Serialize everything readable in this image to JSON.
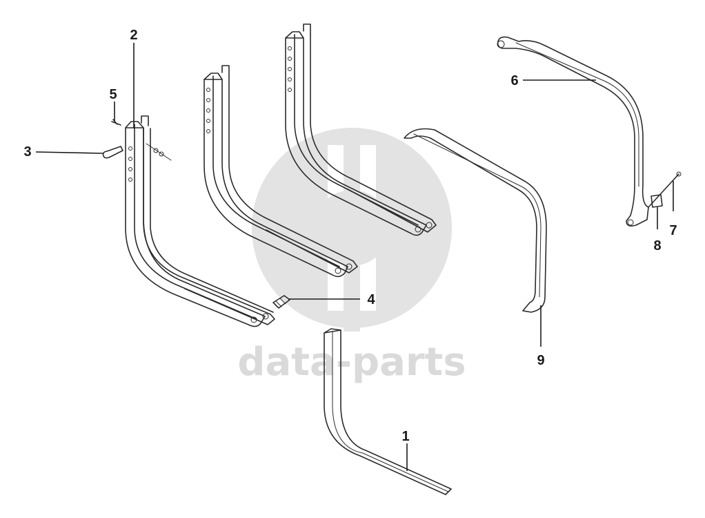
{
  "watermark": {
    "text": "data-parts",
    "color": "#dadada",
    "logo-icon": "data-parts-logo-icon"
  },
  "callouts": [
    {
      "id": "1",
      "label": "1"
    },
    {
      "id": "2",
      "label": "2"
    },
    {
      "id": "3",
      "label": "3"
    },
    {
      "id": "4",
      "label": "4"
    },
    {
      "id": "5",
      "label": "5"
    },
    {
      "id": "6",
      "label": "6"
    },
    {
      "id": "7",
      "label": "7"
    },
    {
      "id": "8",
      "label": "8"
    },
    {
      "id": "9",
      "label": "9"
    }
  ],
  "colors": {
    "line": "#2a2a2a",
    "background": "#ffffff"
  }
}
